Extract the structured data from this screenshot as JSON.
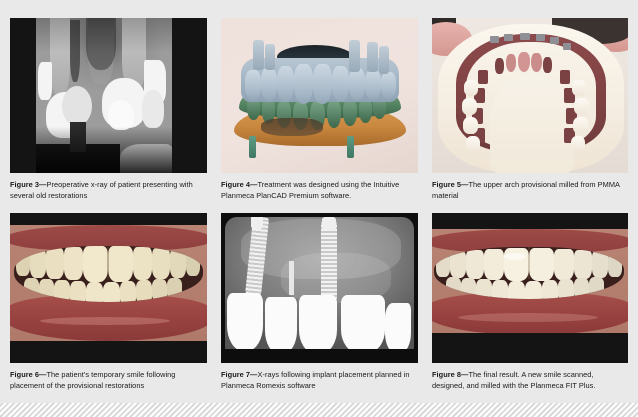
{
  "page": {
    "background_color": "#e9e9e9",
    "text_color": "#1b1b1b",
    "footer_pattern": "diagonal-hatch-strip"
  },
  "figures": [
    {
      "id": "figure-3",
      "label": "Figure 3—",
      "caption": "Preoperative x-ray of patient presenting with several old restorations",
      "image_name": "preoperative-periapical-xray",
      "image_kind": "dental-x-ray"
    },
    {
      "id": "figure-4",
      "label": "Figure 4—",
      "caption": "Treatment was designed using the Intuitive Planmeca PlanCAD Premium software.",
      "image_name": "cad-treatment-design-render",
      "image_kind": "3d-cad-render"
    },
    {
      "id": "figure-5",
      "label": "Figure 5—",
      "caption": "The upper arch provisional milled from PMMA material",
      "image_name": "upper-arch-pmma-provisional",
      "image_kind": "clinical-photo"
    },
    {
      "id": "figure-6",
      "label": "Figure 6—",
      "caption": "The patient's temporary smile following placement of the provisional restorations",
      "image_name": "temporary-smile-photo",
      "image_kind": "clinical-photo"
    },
    {
      "id": "figure-7",
      "label": "Figure 7—",
      "caption": "X-rays following implant placement planned in Planmeca Romexis software",
      "image_name": "implant-placement-xray",
      "image_kind": "dental-x-ray"
    },
    {
      "id": "figure-8",
      "label": "Figure 8—",
      "caption": "The final result. A new smile scanned, designed, and milled with the Planmeca FIT Plus.",
      "image_name": "final-result-smile-photo",
      "image_kind": "clinical-photo"
    }
  ]
}
